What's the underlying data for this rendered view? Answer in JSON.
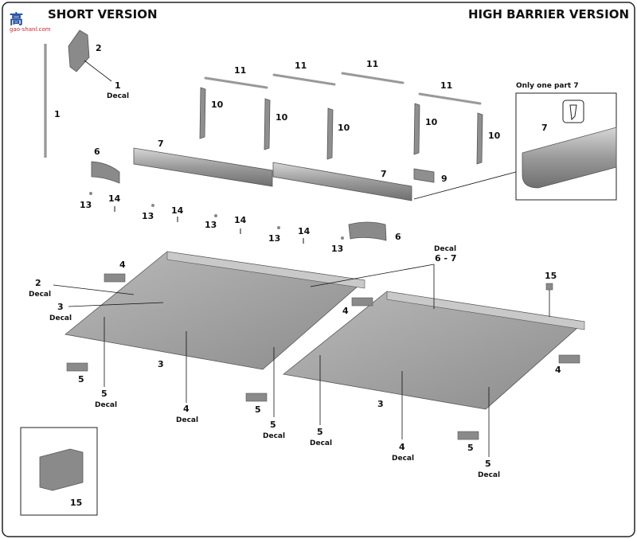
{
  "header": {
    "left_title": "SHORT VERSION",
    "right_title": "HIGH BARRIER VERSION",
    "watermark_cn": "高",
    "watermark_url": "gao-shanl.com"
  },
  "inset_top": {
    "title": "Only one part 7",
    "part": "7"
  },
  "decal": "Decal",
  "labels": {
    "p1": "1",
    "p1b": "1",
    "p2": "2",
    "p2b": "2",
    "p3a": "3",
    "p3b": "3",
    "p3c": "3",
    "p4a": "4",
    "p4b": "4",
    "p4c": "4",
    "p4d": "4",
    "p4e": "4",
    "p5a": "5",
    "p5b": "5",
    "p5c": "5",
    "p5d": "5",
    "p5e": "5",
    "p5f": "5",
    "p5g": "5",
    "p6a": "6",
    "p6b": "6",
    "p7a": "7",
    "p7b": "7",
    "p67": "6 - 7",
    "p9": "9",
    "p10a": "10",
    "p10b": "10",
    "p10c": "10",
    "p10d": "10",
    "p10e": "10",
    "p11a": "11",
    "p11b": "11",
    "p11c": "11",
    "p11d": "11",
    "p13a": "13",
    "p13b": "13",
    "p13c": "13",
    "p13d": "13",
    "p13e": "13",
    "p14a": "14",
    "p14b": "14",
    "p14c": "14",
    "p14d": "14",
    "p15a": "15",
    "p15b": "15"
  }
}
